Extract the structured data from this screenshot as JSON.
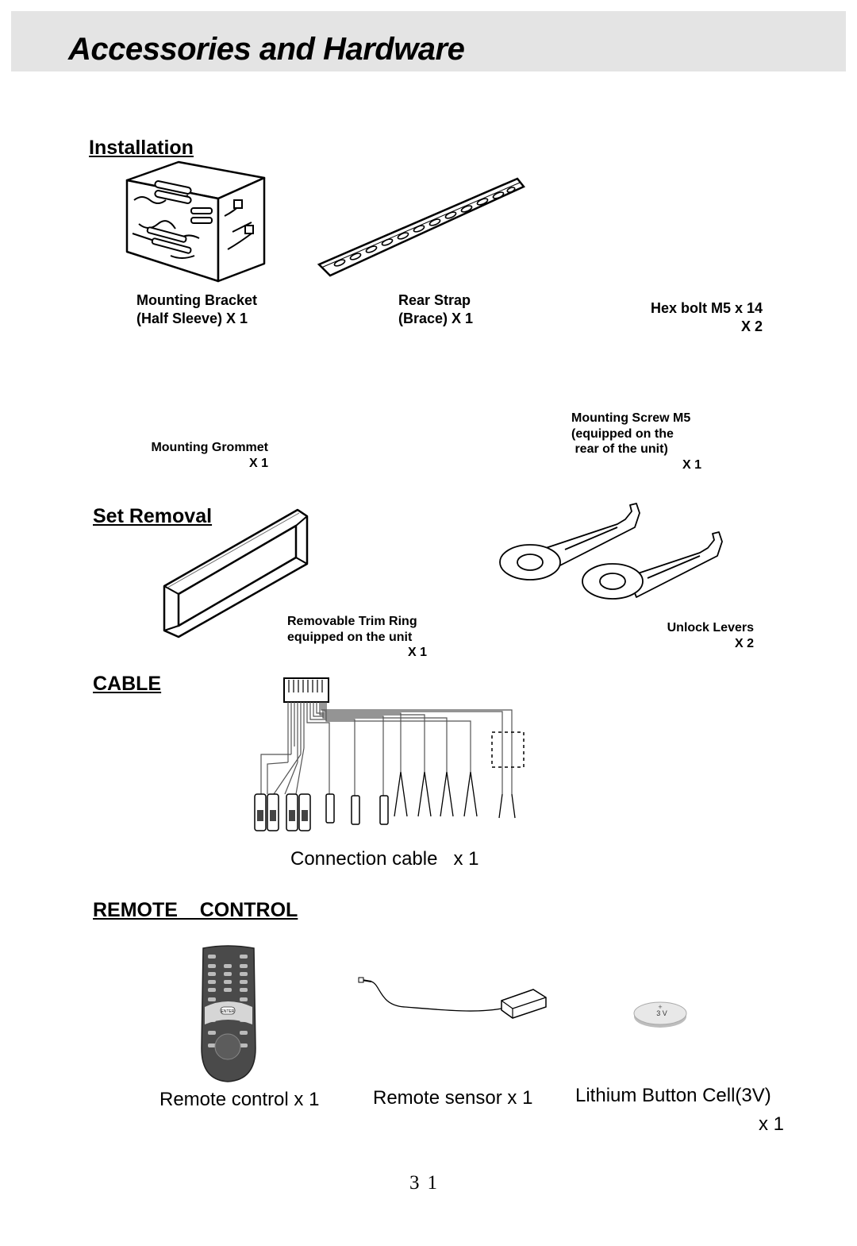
{
  "header": {
    "title": "Accessories and Hardware"
  },
  "installation": {
    "heading": "Installation",
    "mounting_bracket": {
      "line1": "Mounting Bracket",
      "line2": "(Half Sleeve) X 1"
    },
    "rear_strap": {
      "line1": "Rear Strap",
      "line2": "(Brace) X 1"
    },
    "hex_bolt": {
      "line1": "Hex bolt M5 x 14",
      "line2": "X 2"
    },
    "mounting_grommet": {
      "line1": "Mounting Grommet",
      "line2": "X 1"
    },
    "mounting_screw": {
      "line1": "Mounting Screw M5",
      "line2": "(equipped on the",
      "line3": " rear of the unit)",
      "line4": "X 1"
    }
  },
  "set_removal": {
    "heading": "Set Removal",
    "trim_ring": {
      "line1": "Removable Trim Ring",
      "line2": "equipped on the unit",
      "line3": "X 1"
    },
    "unlock_levers": {
      "line1": "Unlock Levers",
      "line2": "X 2"
    }
  },
  "cable": {
    "heading": "CABLE",
    "caption": "Connection cable   x 1"
  },
  "remote_control": {
    "heading": "REMOTE    CONTROL",
    "remote_caption": "Remote control  x 1",
    "sensor_caption": "Remote sensor  x 1",
    "battery_caption_line1": "Lithium Button Cell(3V)",
    "battery_caption_line2": "x 1",
    "battery_label": "3 V",
    "enter_label": "ENTER"
  },
  "footer": {
    "page_number": "31"
  },
  "colors": {
    "header_band": "#e4e4e4",
    "remote_body": "#4a4a4a"
  }
}
